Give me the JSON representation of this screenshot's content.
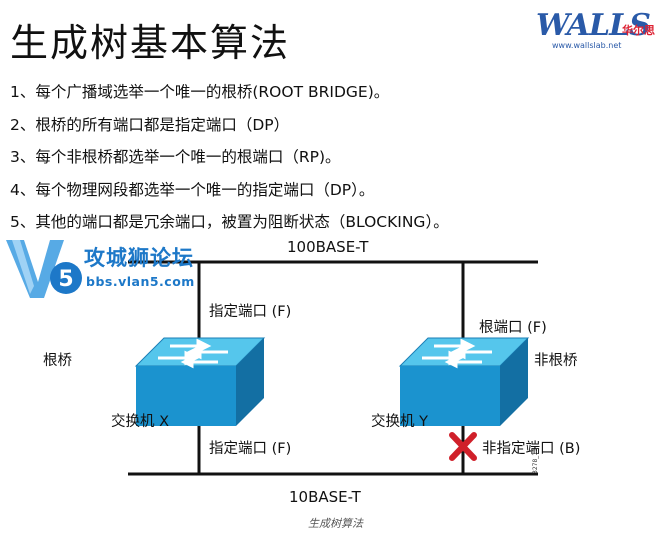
{
  "title": "生成树基本算法",
  "brand": {
    "walls_logo": "WALLS",
    "walls_cn": "华尔思",
    "walls_url": "www.wallslab.net",
    "watermark_cn": "攻城狮论坛",
    "watermark_url": "bbs.vlan5.com",
    "watermark_digit": "5"
  },
  "rules": [
    "1、每个广播域选举一个唯一的根桥(ROOT BRIDGE)。",
    "2、根桥的所有端口都是指定端口（DP）",
    "3、每个非根桥都选举一个唯一的根端口（RP)。",
    "4、每个物理网段都选举一个唯一的指定端口（DP）。",
    "5、其他的端口都是冗余端口，被置为阻断状态（BLOCKING）。"
  ],
  "diagram": {
    "bus_top": "100BASE-T",
    "bus_bottom": "10BASE-T",
    "switch_x": {
      "name": "交换机 X",
      "role": "根桥",
      "port_top": "指定端口 (F)",
      "port_bottom": "指定端口 (F)"
    },
    "switch_y": {
      "name": "交换机 Y",
      "role": "非根桥",
      "port_top": "根端口 (F)",
      "port_bottom": "非指定端口 (B)"
    },
    "figure_code": "3278_11"
  },
  "caption": "生成树算法",
  "colors": {
    "switch_top": "#4fc3ea",
    "switch_side": "#1a8bc7",
    "block_x": "#d0202a",
    "bus": "#111111"
  }
}
